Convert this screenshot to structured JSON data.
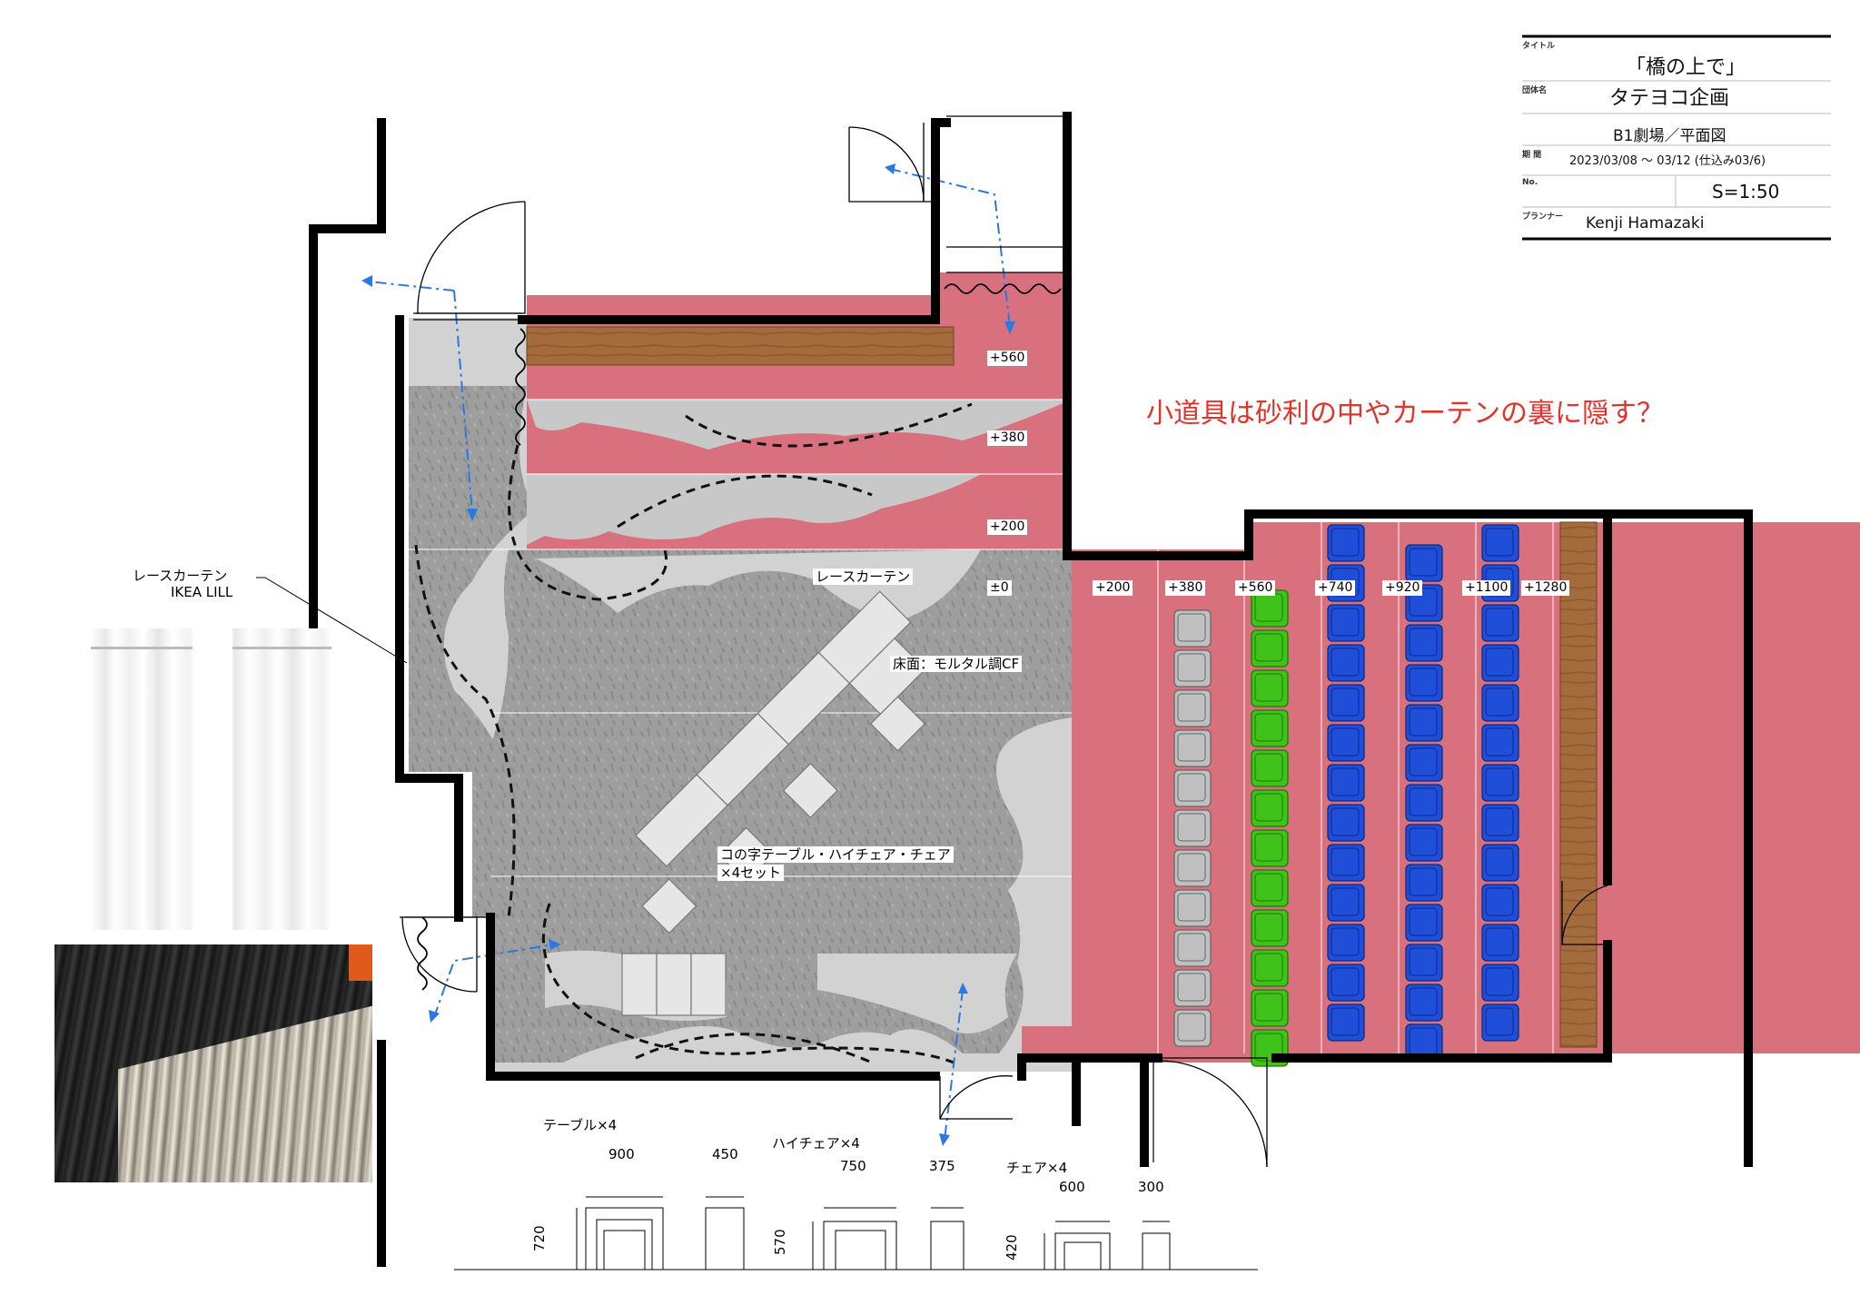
{
  "title_block": {
    "key_title": "タイトル",
    "title": "「橋の上で」",
    "key_company": "団体名",
    "company": "タテヨコ企画",
    "drawing": "B1劇場／平面図",
    "key_period": "期 間",
    "period": "2023/03/08 ～ 03/12 (仕込み03/6)",
    "key_no": "No.",
    "scale": "S=1:50",
    "key_planner": "プランナー",
    "planner": "Kenji Hamazaki"
  },
  "note": "小道具は砂利の中やカーテンの裏に隠す？",
  "stage_levels": [
    "+560",
    "+380",
    "+200",
    "±0"
  ],
  "seat_levels": [
    "+200",
    "+380",
    "+560",
    "+740",
    "+920",
    "+1100",
    "+1280"
  ],
  "labels": {
    "lace_curtain_stage": "レースカーテン",
    "floor": "床面：モルタル調CF",
    "table_set_1": "コの字テーブル・ハイチェア・チェア",
    "table_set_2": "×4セット",
    "curtain_callout_1": "レースカーテン",
    "curtain_callout_2": "IKEA LILL"
  },
  "furniture": {
    "table": {
      "label": "テーブル×4",
      "width": "900",
      "depth": "450",
      "height": "720"
    },
    "high_chair": {
      "label": "ハイチェア×4",
      "width": "750",
      "depth": "375",
      "height": "570"
    },
    "chair": {
      "label": "チェア×4",
      "width": "600",
      "depth": "300",
      "height": "420"
    }
  },
  "colors": {
    "wall": "#000000",
    "seat_floor": "#d8707e",
    "gravel": "#9c9c9c",
    "wood": "#a46b3c",
    "seat_grey": "#c0c0c0",
    "seat_green": "#3fc21a",
    "seat_blue": "#1f4fd8",
    "flow_arrow": "#2a78e4",
    "note_red": "#e0342b"
  },
  "icons": [
    "door-swing-icon",
    "curtain-wave-icon",
    "flow-arrow-icon",
    "seat-icon"
  ]
}
